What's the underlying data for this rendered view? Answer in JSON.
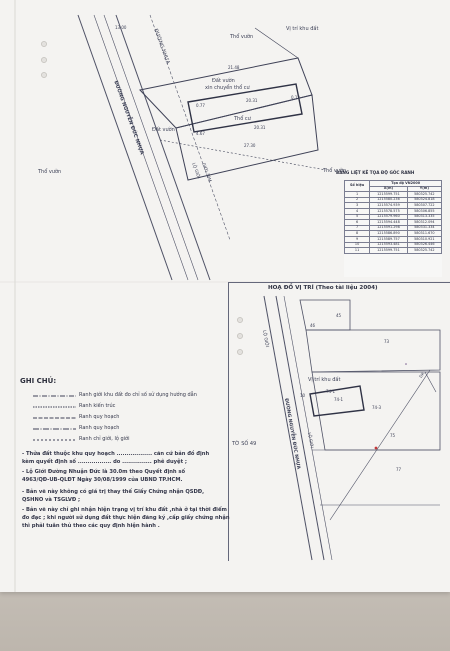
{
  "parcel": {
    "boundary_label": "Vị trí khu đất",
    "garden_top": "Thổ vườn",
    "garden_left": "Đất vườn",
    "garden_left2": "Thổ vườn",
    "garden_bottom": "Thổ vườn",
    "strip_label_1": "Đất vườn",
    "strip_label_2": "xin chuyển thổ cư",
    "inner_label": "Thổ cư",
    "dim_top": "21.48",
    "dim_mid": "20.31",
    "dim_inner": "20.31",
    "dim_bottom": "27.30",
    "dim_left_a": "0.77",
    "dim_left_b": "4.67",
    "dim_right": "0.12",
    "dim_road_width": "13.00",
    "road_label": "ĐƯỜNG NHỰA",
    "road_name": "ĐƯỜNG NGUYỄN ĐỨC NHỰA",
    "lot_label": "LỘ GIỚI",
    "lot_value": "GIỚI 30M"
  },
  "coords_table": {
    "title": "BẢNG LIỆT KÊ TỌA ĐỘ GÓC RANH",
    "headers": [
      "Số hiệu",
      "Tọa độ VN2000",
      "X(m)",
      "Y(m)"
    ],
    "rows": [
      [
        "1",
        "1215599.751",
        "580325.742"
      ],
      [
        "2",
        "1215580.236",
        "580324.818"
      ],
      [
        "3",
        "1215574.939",
        "580307.722"
      ],
      [
        "4",
        "1215578.575",
        "580306.855"
      ],
      [
        "5",
        "1215579.960",
        "580313.335"
      ],
      [
        "6",
        "1215594.448",
        "580312.094"
      ],
      [
        "7",
        "1215591.298",
        "580331.334"
      ],
      [
        "8",
        "1215586.890",
        "580311.670"
      ],
      [
        "9",
        "1215589.757",
        "580310.921"
      ],
      [
        "10",
        "1215593.481",
        "580326.446"
      ],
      [
        "11",
        "1215599.751",
        "580325.742"
      ]
    ]
  },
  "location_map": {
    "title": "HOẠ ĐỒ VỊ TRÍ (Theo tài liệu 2004)",
    "boundary_label": "Vị trí khu đất",
    "plot_numbers": [
      "45",
      "46",
      "73",
      "74-1",
      "74-3",
      "75",
      "77"
    ],
    "sheet_label": "TỜ SỐ 49",
    "road_label": "LỘ GIỚI",
    "road_name": "ĐƯỜNG NGUYỄN ĐỨC NHỰA",
    "lot_small": "LỘ GIỚI",
    "lot_tag": "DK",
    "dim_a": "10",
    "dim_b": "74-1"
  },
  "legend": {
    "title": "GHI CHÚ:",
    "items": [
      "Ranh giới khu đất đo chỉ số sử dụng hướng dẫn",
      "Ranh kiến trúc",
      "Ranh quy hoạch",
      "Ranh quy hoạch",
      "Ranh chỉ giới, lộ giới"
    ]
  },
  "notes": {
    "line1": "- Thửa đất thuộc khu quy hoạch .................. căn cứ bản đồ định",
    "line2": "kèm quyết định số ................. do ............... phê duyệt ;",
    "line3": "- Lộ Giới Đường Nhuận Đức là 30.0m theo Quyết định số",
    "line4": "4963/QĐ-UB-QLĐT Ngày 30/08/1999 của UBND TP.HCM.",
    "line5": "- Bản vẽ này không có giá trị thay thế Giấy Chứng nhận QSDĐ,",
    "line6": "QSHNO và TSGLVĐ ;",
    "line7": "- Bản vẽ này chỉ ghi nhận hiện trạng vị trí khu đất ,nhà ở tại thời điểm",
    "line8": "đo đạc ; khi người sử dụng đất thực hiện đăng ký ,cấp giấy chứng nhận",
    "line9": "thì phải tuân thủ theo các quy định hiện hành ."
  }
}
